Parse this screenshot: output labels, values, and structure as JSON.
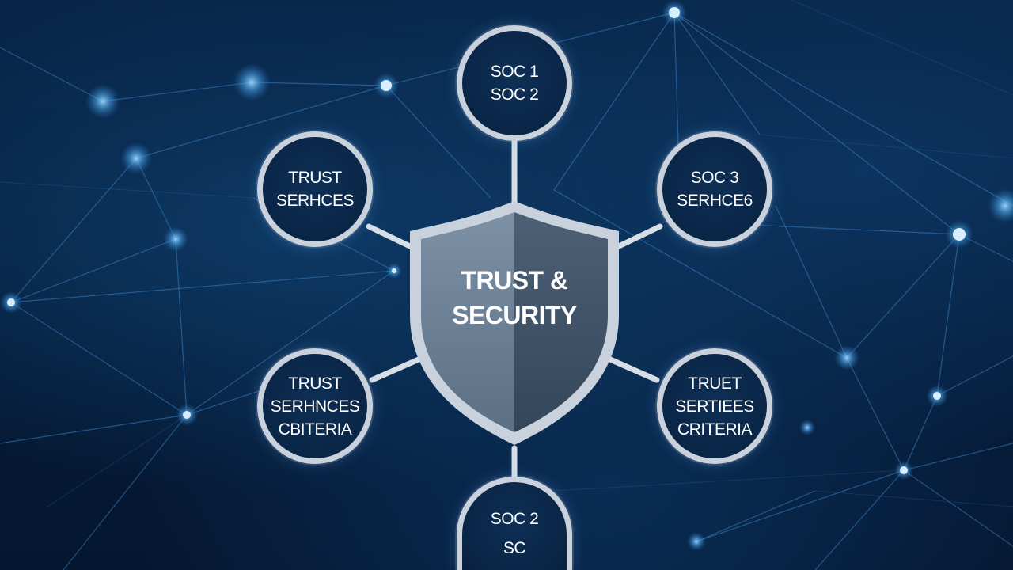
{
  "center": {
    "lines": [
      "TRUST &",
      "SECURITY"
    ]
  },
  "nodes": {
    "top": {
      "lines": [
        "SOC 1",
        "SOC 2"
      ]
    },
    "upper_left": {
      "lines": [
        "TRUST",
        "SERHCES"
      ]
    },
    "upper_right": {
      "lines": [
        "SOC 3",
        "SERHCE6"
      ]
    },
    "lower_left": {
      "lines": [
        "TRUST",
        "SERHNCES",
        "CBITERIA"
      ]
    },
    "lower_right": {
      "lines": [
        "TRUET",
        "SERTIEES",
        "CRITERIA"
      ]
    },
    "bottom": {
      "lines": [
        "SOC 2",
        "SC"
      ]
    }
  },
  "colors": {
    "background": "#061a33",
    "ring": "#c9d2dc",
    "shield_light": "#6f8499",
    "shield_dark": "#3f5266",
    "network_line": "#3b82c4"
  }
}
